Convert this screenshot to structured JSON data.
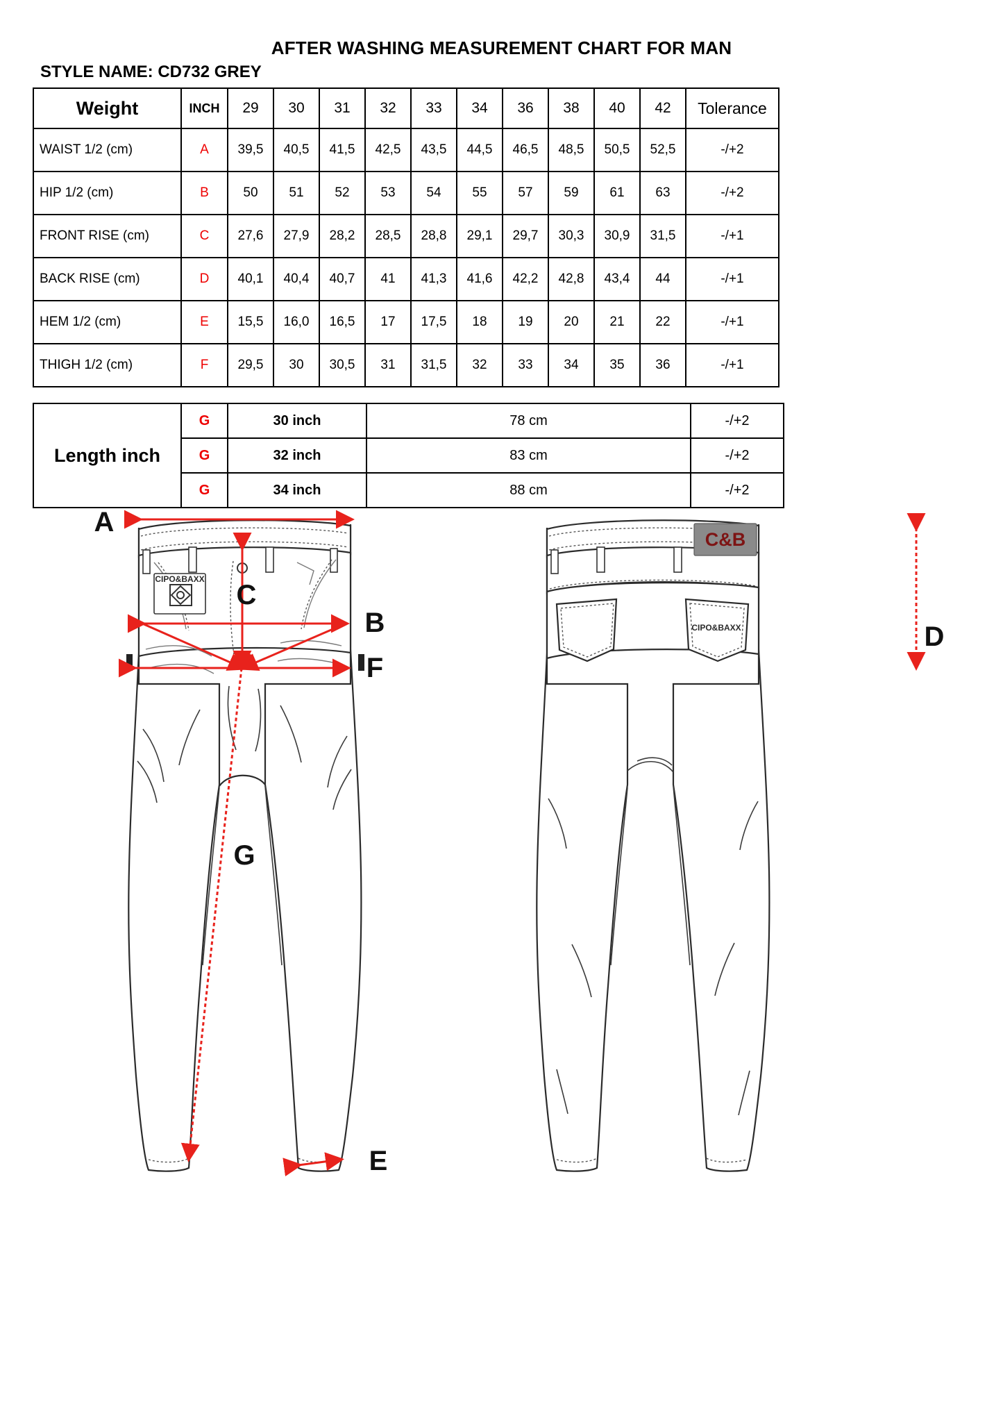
{
  "document": {
    "title": "AFTER WASHING MEASUREMENT CHART FOR MAN",
    "style_name": "STYLE NAME: CD732 GREY"
  },
  "size_table": {
    "header": {
      "weight_label": "Weight",
      "inch_label": "INCH",
      "sizes": [
        "29",
        "30",
        "31",
        "32",
        "33",
        "34",
        "36",
        "38",
        "40",
        "42"
      ],
      "tolerance_label": "Tolerance"
    },
    "rows": [
      {
        "label": "WAIST 1/2 (cm)",
        "code": "A",
        "values": [
          "39,5",
          "40,5",
          "41,5",
          "42,5",
          "43,5",
          "44,5",
          "46,5",
          "48,5",
          "50,5",
          "52,5"
        ],
        "tolerance": "-/+2"
      },
      {
        "label": "HIP 1/2 (cm)",
        "code": "B",
        "values": [
          "50",
          "51",
          "52",
          "53",
          "54",
          "55",
          "57",
          "59",
          "61",
          "63"
        ],
        "tolerance": "-/+2"
      },
      {
        "label": "FRONT RISE (cm)",
        "code": "C",
        "values": [
          "27,6",
          "27,9",
          "28,2",
          "28,5",
          "28,8",
          "29,1",
          "29,7",
          "30,3",
          "30,9",
          "31,5"
        ],
        "tolerance": "-/+1"
      },
      {
        "label": "BACK RISE (cm)",
        "code": "D",
        "values": [
          "40,1",
          "40,4",
          "40,7",
          "41",
          "41,3",
          "41,6",
          "42,2",
          "42,8",
          "43,4",
          "44"
        ],
        "tolerance": "-/+1"
      },
      {
        "label": "HEM 1/2  (cm)",
        "code": "E",
        "values": [
          "15,5",
          "16,0",
          "16,5",
          "17",
          "17,5",
          "18",
          "19",
          "20",
          "21",
          "22"
        ],
        "tolerance": "-/+1"
      },
      {
        "label": "THIGH 1/2 (cm)",
        "code": "F",
        "values": [
          "29,5",
          "30",
          "30,5",
          "31",
          "31,5",
          "32",
          "33",
          "34",
          "35",
          "36"
        ],
        "tolerance": "-/+1"
      }
    ]
  },
  "length_table": {
    "title": "Length inch",
    "rows": [
      {
        "code": "G",
        "inch": "30 inch",
        "cm": "78 cm",
        "tolerance": "-/+2"
      },
      {
        "code": "G",
        "inch": "32 inch",
        "cm": "83 cm",
        "tolerance": "-/+2"
      },
      {
        "code": "G",
        "inch": "34 inch",
        "cm": "88 cm",
        "tolerance": "-/+2"
      }
    ]
  },
  "illustration": {
    "front_view": {
      "measure_labels": {
        "A": "A",
        "B": "B",
        "C": "C",
        "E": "E",
        "F": "F",
        "G": "G"
      },
      "pocket_patch_brand": "CIPO&BAXX"
    },
    "back_view": {
      "measure_labels": {
        "D": "D"
      },
      "waist_label_brand": "C&B",
      "pocket_brand": "CIPO&BAXX"
    }
  },
  "colors": {
    "accent_red": "#ee0000",
    "arrow_red": "#e8221c",
    "outline": "#2b2b2b",
    "brand_maroon": "#7d1414",
    "label_grey": "#8a8a8a"
  }
}
